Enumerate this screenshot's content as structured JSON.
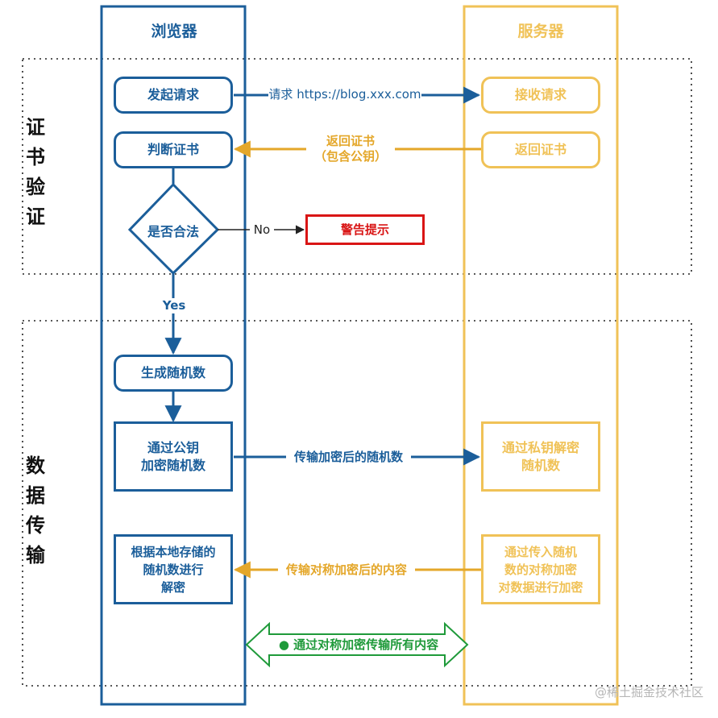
{
  "lanes": {
    "browser": "浏览器",
    "server": "服务器"
  },
  "sections": {
    "cert_verify": "证\n书\n验\n证",
    "data_transfer": "数\n据\n传\n输"
  },
  "browser_nodes": {
    "send_request": "发起请求",
    "check_cert": "判断证书",
    "is_valid": "是否合法",
    "gen_random": "生成随机数",
    "encrypt_pubkey": "通过公钥\n加密随机数",
    "decrypt_local": "根据本地存储的\n随机数进行\n解密"
  },
  "server_nodes": {
    "receive_request": "接收请求",
    "return_cert": "返回证书",
    "decrypt_privkey": "通过私钥解密\n随机数",
    "encrypt_random": "通过传入随机\n数的对称加密\n对数据进行加密"
  },
  "alert_node": "警告提示",
  "edges": {
    "request": "请求 https://blog.xxx.com",
    "return_cert": "返回证书\n（包含公钥）",
    "no": "No",
    "yes": "Yes",
    "send_encrypted_random": "传输加密后的随机数",
    "send_symmetric_content": "传输对称加密后的内容",
    "all_content": "● 通过对称加密传输所有内容"
  },
  "watermark": "@稀土掘金技术社区",
  "colors": {
    "browser": "#1b5e9a",
    "server": "#f0c257",
    "server_text": "#e4a72a",
    "alert": "#d91515",
    "green": "#1f9a3a"
  }
}
